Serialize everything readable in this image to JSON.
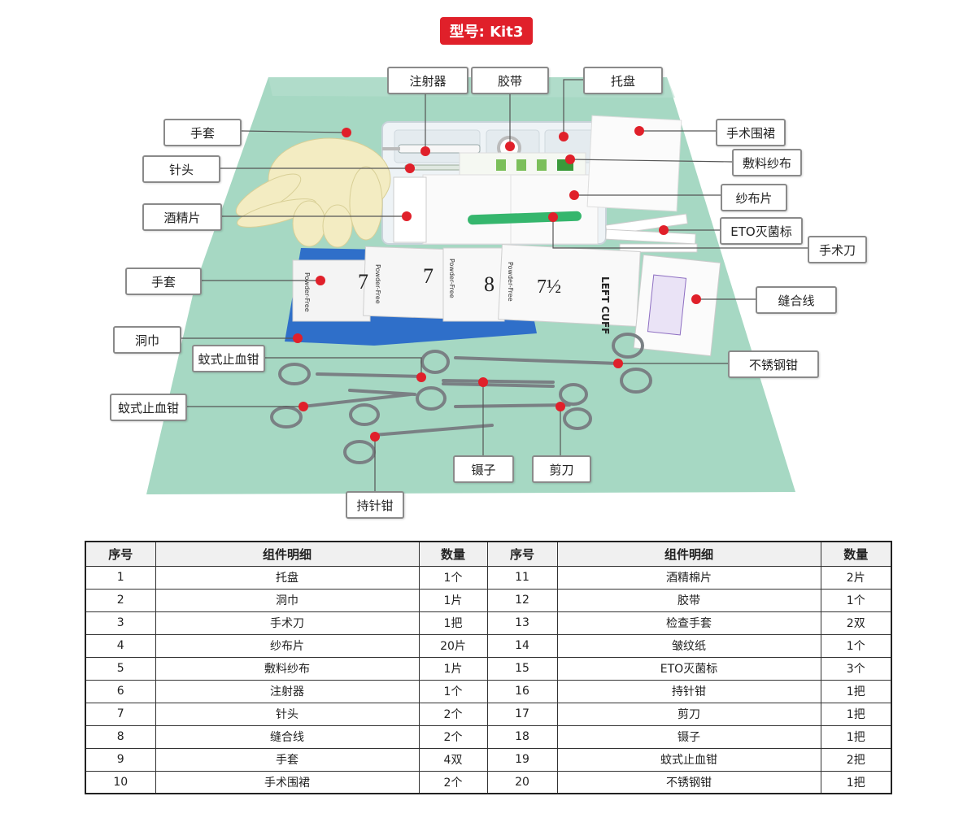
{
  "header": {
    "model_badge": "型号: Kit3"
  },
  "callouts": [
    {
      "id": "syringe",
      "label": "注射器"
    },
    {
      "id": "tape",
      "label": "胶带"
    },
    {
      "id": "tray",
      "label": "托盘"
    },
    {
      "id": "gloves-top",
      "label": "手套"
    },
    {
      "id": "gown",
      "label": "手术围裙"
    },
    {
      "id": "needle",
      "label": "针头"
    },
    {
      "id": "dressing",
      "label": "敷料纱布"
    },
    {
      "id": "alcohol",
      "label": "酒精片"
    },
    {
      "id": "gauze",
      "label": "纱布片"
    },
    {
      "id": "eto",
      "label": "ETO灭菌标"
    },
    {
      "id": "scalpel",
      "label": "手术刀"
    },
    {
      "id": "gloves-mid",
      "label": "手套"
    },
    {
      "id": "suture",
      "label": "缝合线"
    },
    {
      "id": "drape",
      "label": "洞巾"
    },
    {
      "id": "mosquito-1",
      "label": "蚊式止血钳"
    },
    {
      "id": "steel-forceps",
      "label": "不锈钢钳"
    },
    {
      "id": "mosquito-2",
      "label": "蚊式止血钳"
    },
    {
      "id": "tweezers",
      "label": "镊子"
    },
    {
      "id": "scissors",
      "label": "剪刀"
    },
    {
      "id": "needle-holder",
      "label": "持针钳"
    }
  ],
  "glove_packs": [
    {
      "brand": "Powder-Free",
      "size": "7"
    },
    {
      "brand": "Powder-Free",
      "size": "7"
    },
    {
      "brand": "Powder-Free",
      "size": "8"
    },
    {
      "brand": "Powder-Free",
      "size": "7½"
    }
  ],
  "glove_pack_extra": "LEFT CUFF",
  "colors": {
    "accent_red": "#e0202a",
    "drape_green": "#9fd3bd",
    "blue_drape": "#2f6fc9",
    "callout_border": "#8a8a8a"
  },
  "table": {
    "headers": [
      "序号",
      "组件明细",
      "数量",
      "序号",
      "组件明细",
      "数量"
    ],
    "rows": [
      [
        "1",
        "托盘",
        "1个",
        "11",
        "酒精棉片",
        "2片"
      ],
      [
        "2",
        "洞巾",
        "1片",
        "12",
        "胶带",
        "1个"
      ],
      [
        "3",
        "手术刀",
        "1把",
        "13",
        "检查手套",
        "2双"
      ],
      [
        "4",
        "纱布片",
        "20片",
        "14",
        "皱纹纸",
        "1个"
      ],
      [
        "5",
        "敷料纱布",
        "1片",
        "15",
        "ETO灭菌标",
        "3个"
      ],
      [
        "6",
        "注射器",
        "1个",
        "16",
        "持针钳",
        "1把"
      ],
      [
        "7",
        "针头",
        "2个",
        "17",
        "剪刀",
        "1把"
      ],
      [
        "8",
        "缝合线",
        "2个",
        "18",
        "镊子",
        "1把"
      ],
      [
        "9",
        "手套",
        "4双",
        "19",
        "蚊式止血钳",
        "2把"
      ],
      [
        "10",
        "手术围裙",
        "2个",
        "20",
        "不锈钢钳",
        "1把"
      ]
    ]
  }
}
